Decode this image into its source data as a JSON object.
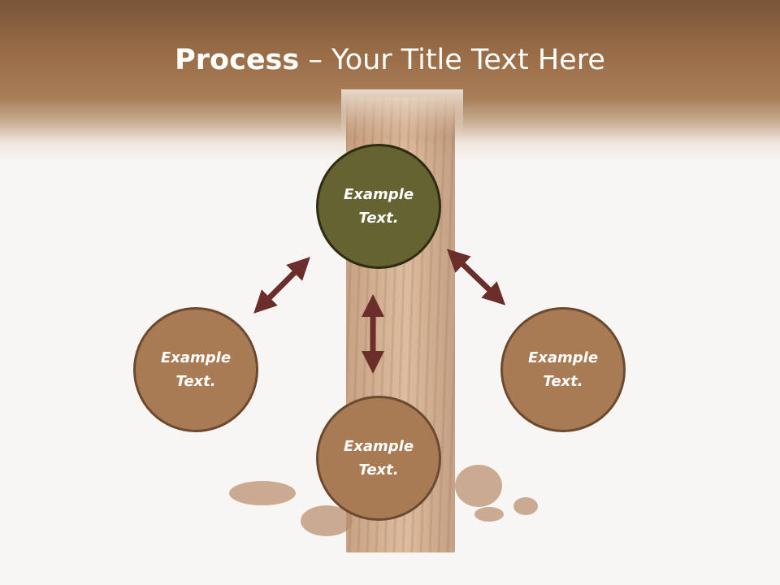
{
  "title": {
    "bold": "Process",
    "rest": " – Your Title Text Here"
  },
  "nodes": {
    "top": {
      "line1": "Example",
      "line2": "Text."
    },
    "left": {
      "line1": "Example",
      "line2": "Text."
    },
    "right": {
      "line1": "Example",
      "line2": "Text."
    },
    "bottom": {
      "line1": "Example",
      "line2": "Text."
    }
  },
  "colors": {
    "header": "#a87d57",
    "circle_top": "#646331",
    "circle": "#a97b55",
    "arrow": "#6b2e2a"
  }
}
